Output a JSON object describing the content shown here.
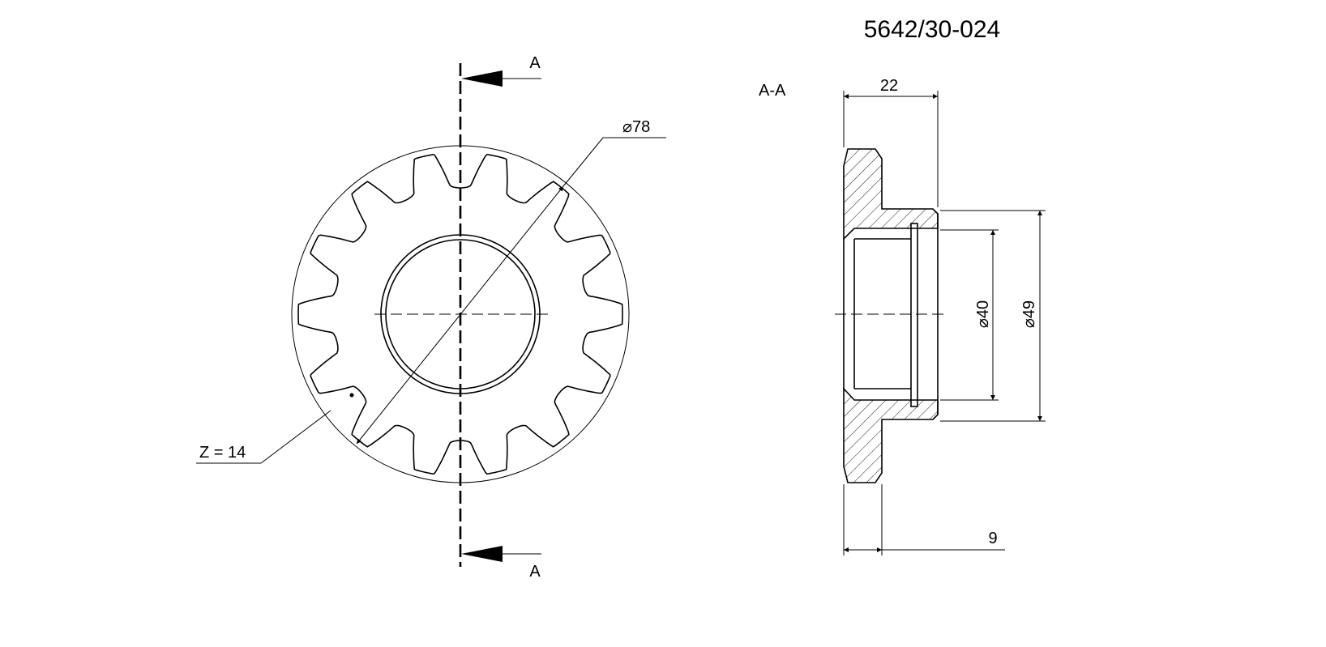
{
  "drawing": {
    "part_number": "5642/30-024",
    "section_view_label": "A-A",
    "section_marker_top": "A",
    "section_marker_bottom": "A",
    "teeth_label": "Z = 14",
    "teeth_count": 14,
    "outer_diameter_label": "⌀78",
    "width_label": "22",
    "hub_flange_label": "9",
    "bore_diameter_label": "⌀40",
    "hub_diameter_label": "⌀49"
  }
}
